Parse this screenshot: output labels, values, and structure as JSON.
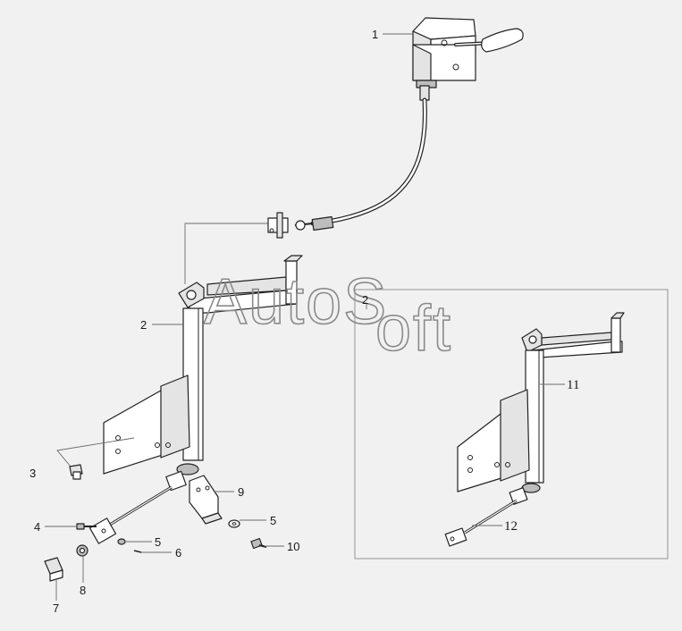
{
  "watermark": "AutoSoft",
  "callouts": {
    "c1": "1",
    "c2_top": "2",
    "c2_main": "2",
    "c3": "3",
    "c4": "4",
    "c5_lower": "5",
    "c5_right": "5",
    "c6": "6",
    "c7": "7",
    "c8": "8",
    "c9": "9",
    "c10": "10",
    "c11": "11",
    "c12": "12"
  }
}
